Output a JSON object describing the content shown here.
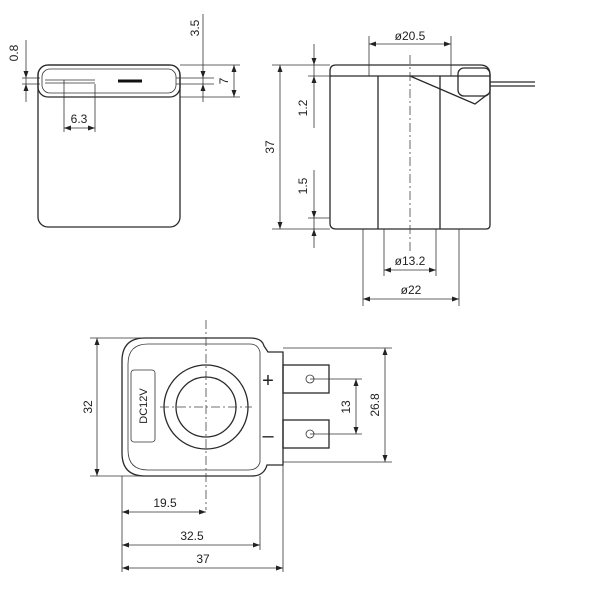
{
  "top_left_view": {
    "dim_0_8": "0.8",
    "dim_3_5": "3.5",
    "dim_7": "7",
    "dim_6_3": "6.3"
  },
  "top_right_view": {
    "dim_d20_5": "ø20.5",
    "dim_1_2": "1.2",
    "dim_37": "37",
    "dim_1_5": "1.5",
    "dim_d13_2": "ø13.2",
    "dim_d22": "ø22"
  },
  "bottom_view": {
    "coil_label": "DC12V",
    "plus_sign": "+",
    "minus_sign": "–",
    "dim_32": "32",
    "dim_13": "13",
    "dim_26_8": "26.8",
    "dim_19_5": "19.5",
    "dim_32_5": "32.5",
    "dim_37": "37"
  }
}
